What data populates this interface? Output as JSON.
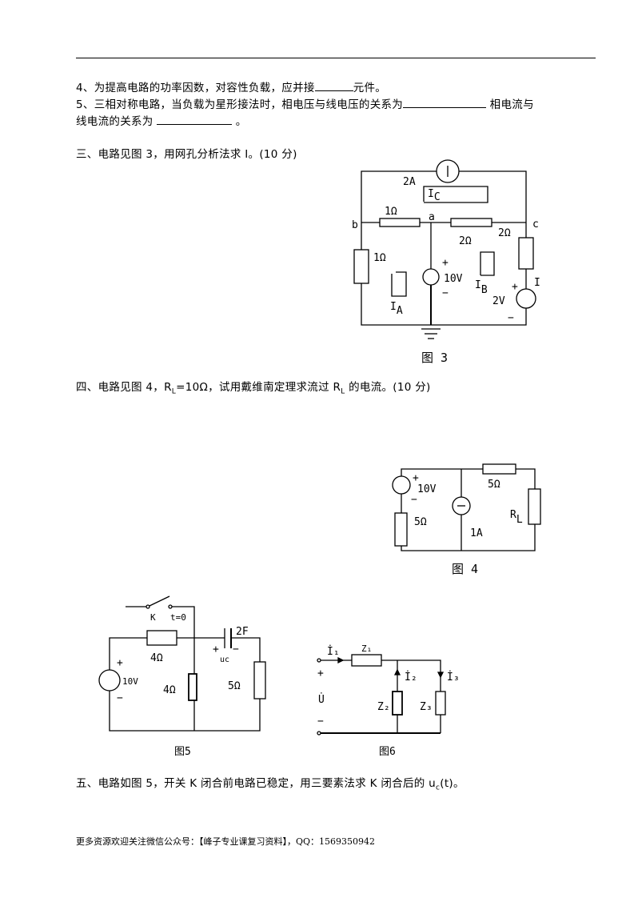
{
  "questions": {
    "q4_pre": "4、为提高电路的功率因数，对容性负载，应并接",
    "q4_post": "元件。",
    "q5_pre": "5、三相对称电路，当负载为星形接法时，相电压与线电压的关系为",
    "q5_mid": " 相电流与",
    "q5_line2_pre": "线电流的关系为 ",
    "q5_line2_post": " 。",
    "s3": "三、电路见图 3，用网孔分析法求 I。(10 分)",
    "s4_pre": "四、电路见图 4，R",
    "s4_sub": "L",
    "s4_mid": "=10Ω，试用戴维南定理求流过 R",
    "s4_sub2": "L",
    "s4_post": " 的电流。(10 分)",
    "s5_pre": "五、电路如图 5，开关 K 闭合前电路已稳定，用三要素法求 K 闭合后的 u",
    "s5_sub": "c",
    "s5_post": "(t)。"
  },
  "fig3": {
    "src": "2A",
    "ic": "I",
    "ic_sub": "C",
    "r1": "1Ω",
    "a": "a",
    "b": "b",
    "c": "c",
    "r2": "2Ω",
    "r3": "2Ω",
    "r4": "1Ω",
    "plus1": "+",
    "v1": "10V",
    "minus1": "−",
    "ib": "I",
    "ib_sub": "B",
    "v2": "2V",
    "plus2": "+",
    "minus2": "−",
    "i": "I",
    "ia": "I",
    "ia_sub": "A",
    "caption": "图   3"
  },
  "fig4": {
    "plus": "+",
    "v": "10V",
    "minus": "−",
    "r1": "5Ω",
    "r2": "5Ω",
    "is": "1A",
    "rl": "R",
    "rl_sub": "L",
    "caption": "图 4"
  },
  "fig5": {
    "k": "K",
    "t": "t=0",
    "r1": "4Ω",
    "cap": "2F",
    "plus_c": "+",
    "minus_c": "−",
    "uc": "uc",
    "plus": "+",
    "v": "10V",
    "minus": "−",
    "r2": "4Ω",
    "r3": "5Ω",
    "caption": "图5"
  },
  "fig6": {
    "i1": "İ₁",
    "z1": "Z₁",
    "i2": "İ₂",
    "i3": "İ₃",
    "plus": "+",
    "u": "U̇",
    "minus": "−",
    "z2": "Z₂",
    "z3": "Z₃",
    "caption": "图6"
  },
  "footer": "更多资源欢迎关注微信公众号：【峰子专业课复习资料】，QQ：1569350942"
}
